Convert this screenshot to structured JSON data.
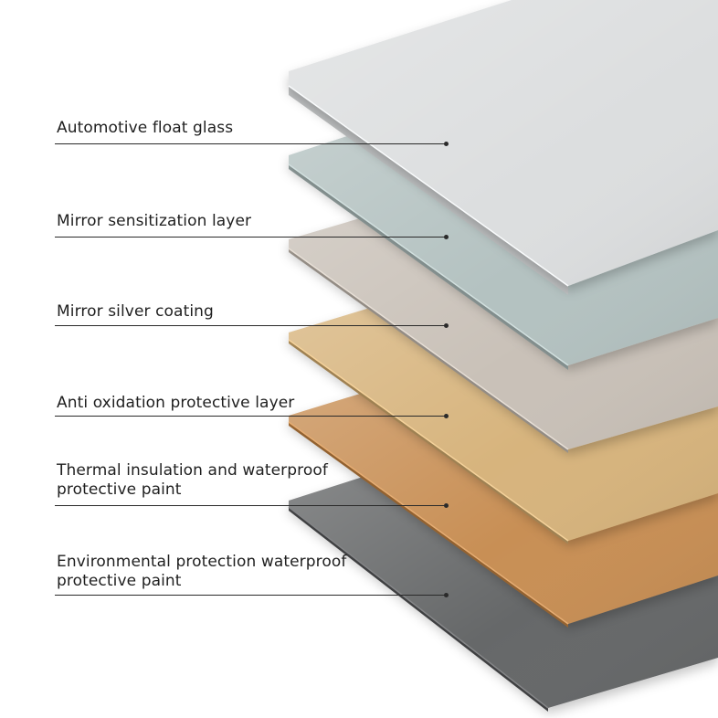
{
  "layers": [
    {
      "label": "Automotive float glass",
      "color": "#dcdedf"
    },
    {
      "label": "Mirror sensitization layer",
      "color": "#b4c2c1"
    },
    {
      "label": "Mirror silver coating",
      "color": "#c9c1b8"
    },
    {
      "label": "Anti oxidation protective layer",
      "color": "#d7b47d"
    },
    {
      "label": "Thermal insulation and waterproof\nprotective paint",
      "color": "#c88f55"
    },
    {
      "label": "Environmental protection waterproof\nprotective paint",
      "color": "#666769"
    }
  ]
}
